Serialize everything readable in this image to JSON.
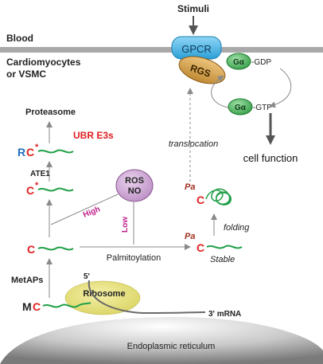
{
  "labels": {
    "stimuli": "Stimuli",
    "blood": "Blood",
    "cell_type_line1": "Cardiomyocytes",
    "cell_type_line2": "or VSMC",
    "gpcr": "GPCR",
    "rgs": "RGS",
    "g_alpha": "Gα",
    "gdp": "-GDP",
    "gtp": "-GTP",
    "cell_function": "cell function",
    "translocation": "translocation",
    "proteasome": "Proteasome",
    "ubr_e3s": "UBR E3s",
    "ate1": "ATE1",
    "ros": "ROS",
    "no": "NO",
    "high": "High",
    "low": "Low",
    "palmitoylation": "Palmitoylation",
    "folding": "folding",
    "stable": "Stable",
    "metaps": "MetAPs",
    "ribosome": "Ribosome",
    "five_prime": "5'",
    "three_prime_mrna": "3' mRNA",
    "er": "Endoplasmic reticulum",
    "c": "C",
    "m": "M",
    "r": "R",
    "star": "*",
    "pa": "Pa"
  },
  "colors": {
    "membrane": "#a9a9a9",
    "gpcr": "#4fb8e8",
    "rgs": "#d4a24c",
    "g_alpha": "#3aa64a",
    "ros_no": "#c9a0d0",
    "ribosome": "#e6e07a",
    "er": "#b0b0b0",
    "red": "#e02020",
    "blue": "#1f6fbf",
    "magenta": "#c0208a",
    "green_strand": "#23a04a",
    "pa_brown": "#a03020",
    "arrow_gray": "#8a8a8a"
  }
}
